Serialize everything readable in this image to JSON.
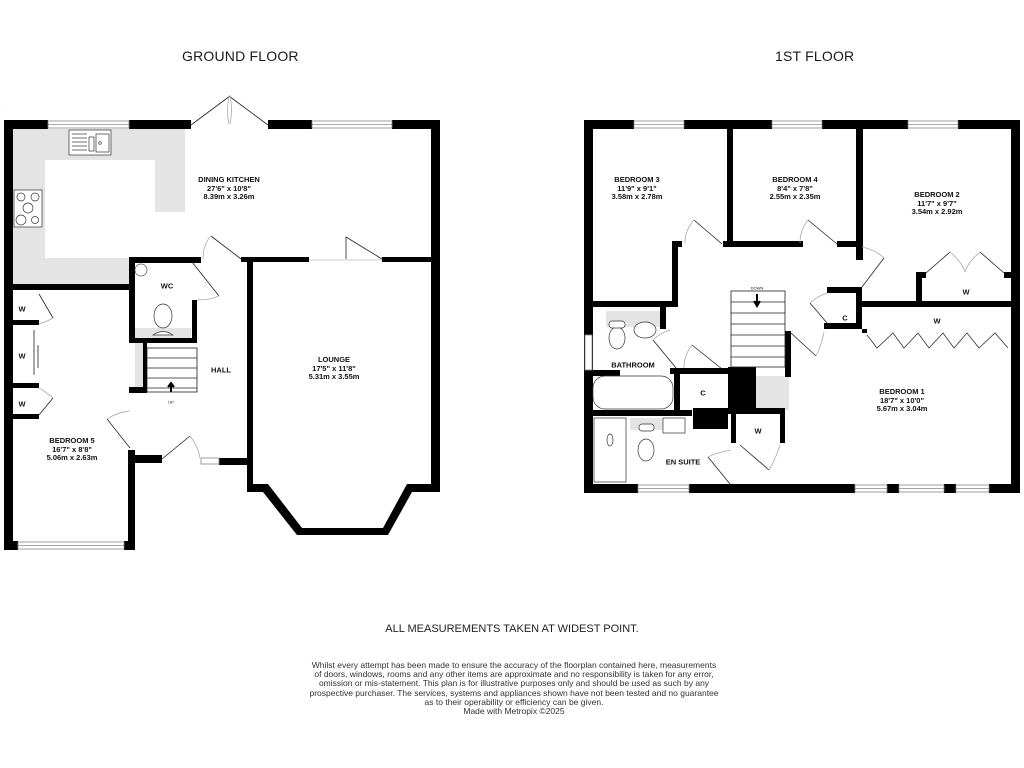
{
  "floors": {
    "ground": {
      "title": "GROUND FLOOR",
      "rooms": {
        "dining_kitchen": {
          "name": "DINING KITCHEN",
          "imperial": "27'6\"  x 10'8\"",
          "metric": "8.39m  x 3.26m"
        },
        "wc": {
          "name": "WC"
        },
        "hall": {
          "name": "HALL"
        },
        "lounge": {
          "name": "LOUNGE",
          "imperial": "17'5\"  x 11'8\"",
          "metric": "5.31m  x 3.55m"
        },
        "bedroom5": {
          "name": "BEDROOM 5",
          "imperial": "16'7\"  x 8'8\"",
          "metric": "5.06m  x 2.63m"
        }
      },
      "wardrobes": [
        "W",
        "W",
        "W"
      ],
      "stairs_label": "UP"
    },
    "first": {
      "title": "1ST FLOOR",
      "rooms": {
        "bedroom3": {
          "name": "BEDROOM 3",
          "imperial": "11'9\"  x 9'1\"",
          "metric": "3.58m  x 2.78m"
        },
        "bedroom4": {
          "name": "BEDROOM 4",
          "imperial": "8'4\"  x 7'8\"",
          "metric": "2.55m  x 2.35m"
        },
        "bedroom2": {
          "name": "BEDROOM 2",
          "imperial": "11'7\"  x 9'7\"",
          "metric": "3.54m  x 2.92m"
        },
        "bedroom1": {
          "name": "BEDROOM 1",
          "imperial": "18'7\"  x 10'0\"",
          "metric": "5.67m  x 3.04m"
        },
        "bathroom": {
          "name": "BATHROOM"
        },
        "en_suite": {
          "name": "EN SUITE"
        }
      },
      "cupboards": {
        "c1": "C",
        "c2": "C"
      },
      "wardrobes": {
        "bed2": "W",
        "bed1": "W",
        "landing": "W"
      },
      "stairs_label": "DOWN"
    }
  },
  "footer": {
    "measurement_note": "ALL MEASUREMENTS TAKEN AT WIDEST POINT.",
    "disclaimer_lines": [
      "Whilst every attempt has been made to ensure the accuracy of the floorplan contained here, measurements",
      "of doors, windows, rooms and any other items are approximate and no responsibility is taken for any error,",
      "omission or mis-statement. This plan is for illustrative purposes only and should be used as such by any",
      "prospective purchaser. The services, systems and appliances shown have not been tested and no guarantee",
      "as to their operability or efficiency can be given."
    ],
    "credit": "Made with Metropix ©2025"
  },
  "colors": {
    "wall": "#000000",
    "counter": "#e4e4e4",
    "background": "#ffffff"
  }
}
